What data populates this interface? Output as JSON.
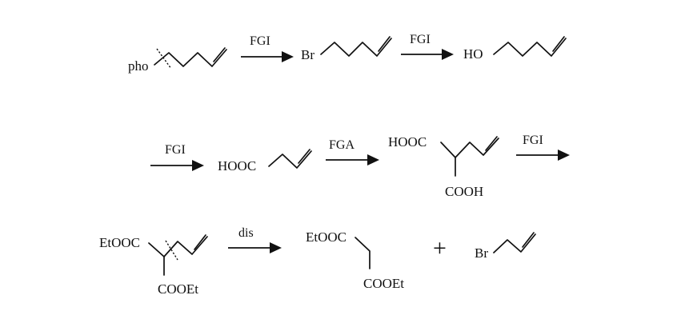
{
  "row1": {
    "start_label": "pho",
    "arrow1_label": "FGI",
    "bromide_label": "Br",
    "arrow2_label": "FGI",
    "alcohol_label": "HO"
  },
  "row2": {
    "arrow1_label": "FGI",
    "acid_label": "HOOC",
    "arrow2_label": "FGA",
    "diacid_top_label": "HOOC",
    "diacid_bottom_label": "COOH",
    "arrow3_label": "FGI"
  },
  "row3": {
    "ester_left_label": "EtOOC",
    "ester_bottom_label": "COOEt",
    "arrow_label": "dis",
    "malonate_top_label": "EtOOC",
    "malonate_bottom_label": "COOEt",
    "plus_sign": "+",
    "allyl_bromide_label": "Br"
  }
}
